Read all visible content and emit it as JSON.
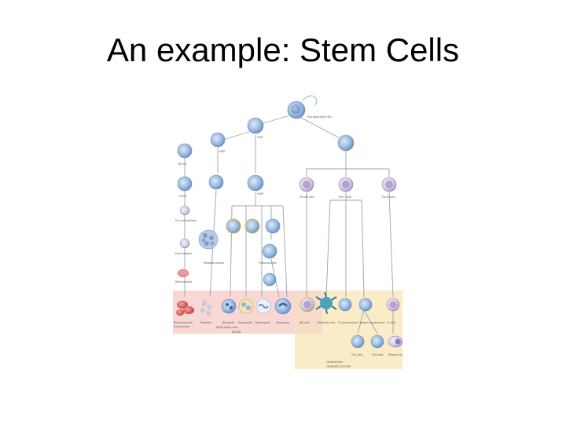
{
  "slide": {
    "title": "An example: Stem Cells"
  },
  "diagram": {
    "labels": {
      "hsc": "Pluripotential HSC",
      "cmp": "CMP",
      "mep": "MEP",
      "gmp": "GMP",
      "bfu_e": "BFU-E",
      "cfu_e": "CFU-E",
      "pro_erythroblast": "Pro-erythroblasts",
      "erythroblast": "Erythroblasts",
      "reticulocyte": "Reticulocytes",
      "megakaryocyte": "Megakaryocytes",
      "promonocyte": "Promonocytes",
      "pre_nk": "Pre-NK cells",
      "pre_t": "Pre-T cells",
      "pre_b": "Pre-B cells",
      "red_blood": "Red blood cells",
      "erythrocytes": "Erythrocytes",
      "platelets": "Platelets",
      "basophils": "Basophils",
      "eosinophils": "Eosinophils",
      "neutrophils": "Neutrophils",
      "monocytes": "Monocytes",
      "white_blood": "White blood cells",
      "nk_cells": "NK cells",
      "dendritic": "Dendritic cells",
      "tc": "Tc lymphocytes",
      "th": "T-helper lymphocytes",
      "b_cells": "B cells",
      "th1": "TH1 cells",
      "th2": "TH2 cells",
      "plasma": "Plasma cell",
      "lymphocytes": "Lymphocytes",
      "blood": "BLOOD",
      "lymph_tissue": "LYMPHATIC SYSTEM"
    }
  }
}
